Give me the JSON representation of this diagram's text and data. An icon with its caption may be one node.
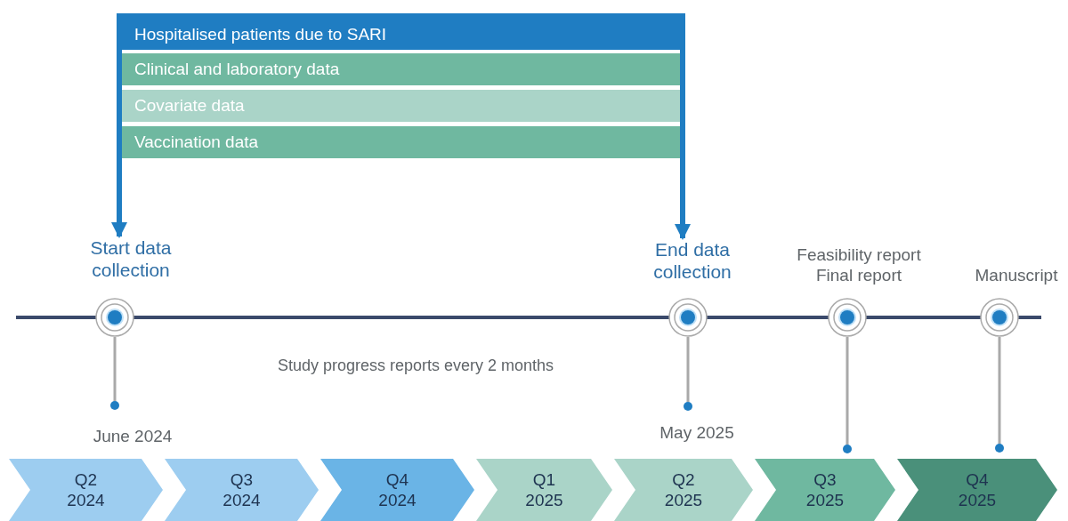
{
  "diagram": {
    "nodes": [
      {
        "text": [
          "Hospitalised patients due to SARI"
        ]
      },
      {
        "text": [
          "Clinical and laboratory data"
        ],
        "in": 0
      },
      {
        "text": [
          "Covariate data"
        ],
        "in": 0
      },
      {
        "text": [
          "Vaccination data"
        ],
        "in": 0
      },
      {
        "text": [
          "Start data collection"
        ]
      },
      {
        "text": [
          "End data collection"
        ]
      },
      {
        "text": [],
        "shape": "circle"
      },
      {
        "text": [],
        "shape": "circle"
      },
      {
        "text": [],
        "shape": "circle",
        "beside": [
          "Feasibility report",
          "Final report"
        ]
      },
      {
        "text": [],
        "shape": "circle",
        "beside": [
          "Manuscript"
        ]
      },
      {
        "text": [],
        "shape": "circle",
        "beside": [
          "June 2024"
        ]
      },
      {
        "text": [],
        "shape": "circle",
        "beside": [
          "May 2025"
        ]
      },
      {
        "text": [],
        "shape": "circle"
      },
      {
        "text": [],
        "shape": "circle"
      },
      {
        "text": [
          "Q2 2024"
        ]
      },
      {
        "text": [
          "Q3 2024"
        ]
      },
      {
        "text": [
          "Q4 2024"
        ]
      },
      {
        "text": [
          "Q1 2025"
        ]
      },
      {
        "text": [
          "Q2 2025"
        ]
      },
      {
        "text": [
          "Q3 2025"
        ]
      },
      {
        "text": [
          "Q4 2025"
        ]
      }
    ],
    "edges": [
      {
        "from": 0,
        "to": 4,
        "arrow": "to",
        "style": "thick",
        "color": "#1f7dc2"
      },
      {
        "from": 0,
        "to": 5,
        "arrow": "to",
        "style": "thick",
        "color": "#1f7dc2"
      },
      {
        "from": 6,
        "to": 10,
        "arrow": "none"
      },
      {
        "from": 7,
        "to": 11,
        "arrow": "none"
      },
      {
        "from": 8,
        "to": 12,
        "arrow": "none"
      },
      {
        "from": 9,
        "to": 13,
        "arrow": "none"
      }
    ],
    "labels": [
      "Study progress reports every 2 months"
    ]
  }
}
